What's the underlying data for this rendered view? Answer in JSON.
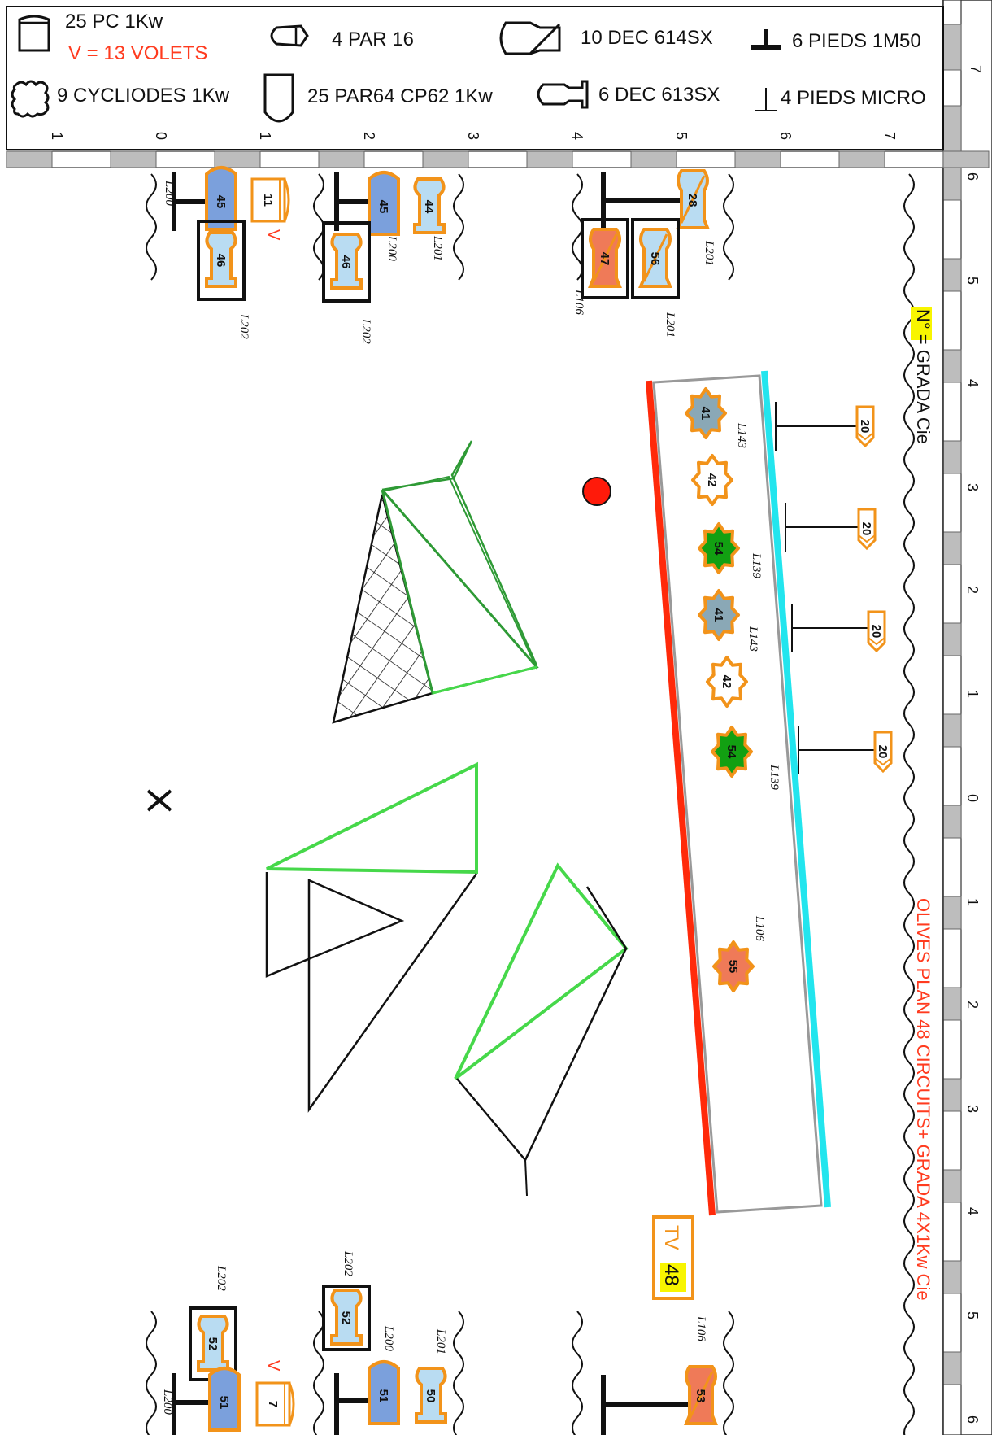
{
  "legend": {
    "pc": "25 PC 1Kw",
    "volets": "V = 13 VOLETS",
    "par16": "4 PAR 16",
    "dec614": "10 DEC 614SX",
    "pieds_1m50": "6 PIEDS 1M50",
    "cycliodes": "9 CYCLIODES 1Kw",
    "par64": "25 PAR64 CP62 1Kw",
    "dec613": "6 DEC 613SX",
    "pieds_micro": "4 PIEDS MICRO"
  },
  "ruler_top": [
    "1",
    "0",
    "1",
    "2",
    "3",
    "4",
    "5",
    "6",
    "7",
    "7"
  ],
  "ruler_right": [
    "6",
    "5",
    "4",
    "3",
    "2",
    "1",
    "0",
    "1",
    "2",
    "3",
    "4",
    "5",
    "6"
  ],
  "title": "OLIVES PLAN  48 CIRCUITS+ GRADA 4X1Kw Cie",
  "note_prefix": "N°",
  "note_suffix": " = GRADA Cie",
  "tv_label": "TV",
  "tv_circuit": "48",
  "volet_mark": "V",
  "colors": {
    "orange": "#f2931a",
    "blue": "#7ba0dc",
    "light_blue": "#b9dcf2",
    "salmon": "#ef7a58",
    "grey_blue": "#8aa8b6",
    "green": "#12a012",
    "red": "#ff3b1f",
    "cyan": "#22e5ee",
    "light_green": "#46d84a",
    "dark_green": "#2e9a35"
  },
  "fixtures": [
    {
      "circuit": "45",
      "lens": "L200",
      "type": "par64",
      "fill": "blue"
    },
    {
      "circuit": "11",
      "lens": "",
      "type": "pc",
      "fill": "white"
    },
    {
      "circuit": "46",
      "lens": "L202",
      "type": "dec613",
      "fill": "light_blue"
    },
    {
      "circuit": "45",
      "lens": "L200",
      "type": "par64",
      "fill": "blue"
    },
    {
      "circuit": "44",
      "lens": "L201",
      "type": "dec613",
      "fill": "light_blue"
    },
    {
      "circuit": "46",
      "lens": "L202",
      "type": "dec613",
      "fill": "light_blue"
    },
    {
      "circuit": "28",
      "lens": "L201",
      "type": "dec614",
      "fill": "light_blue"
    },
    {
      "circuit": "47",
      "lens": "L106",
      "type": "dec614",
      "fill": "salmon"
    },
    {
      "circuit": "56",
      "lens": "L201",
      "type": "dec614",
      "fill": "light_blue"
    },
    {
      "circuit": "20",
      "lens": "",
      "type": "par16",
      "fill": "white"
    },
    {
      "circuit": "20",
      "lens": "",
      "type": "par16",
      "fill": "white"
    },
    {
      "circuit": "20",
      "lens": "",
      "type": "par16",
      "fill": "white"
    },
    {
      "circuit": "20",
      "lens": "",
      "type": "par16",
      "fill": "white"
    },
    {
      "circuit": "41",
      "lens": "L143",
      "type": "cycliode",
      "fill": "grey_blue"
    },
    {
      "circuit": "42",
      "lens": "",
      "type": "cycliode",
      "fill": "white"
    },
    {
      "circuit": "54",
      "lens": "L139",
      "type": "cycliode",
      "fill": "green"
    },
    {
      "circuit": "41",
      "lens": "L143",
      "type": "cycliode",
      "fill": "grey_blue"
    },
    {
      "circuit": "42",
      "lens": "",
      "type": "cycliode",
      "fill": "white"
    },
    {
      "circuit": "54",
      "lens": "L139",
      "type": "cycliode",
      "fill": "green"
    },
    {
      "circuit": "55",
      "lens": "L106",
      "type": "cycliode",
      "fill": "salmon"
    },
    {
      "circuit": "53",
      "lens": "L106",
      "type": "dec614",
      "fill": "salmon"
    },
    {
      "circuit": "52",
      "lens": "L202",
      "type": "dec613",
      "fill": "light_blue"
    },
    {
      "circuit": "51",
      "lens": "L200",
      "type": "par64",
      "fill": "blue"
    },
    {
      "circuit": "50",
      "lens": "L201",
      "type": "dec613",
      "fill": "light_blue"
    },
    {
      "circuit": "52",
      "lens": "L202",
      "type": "dec613",
      "fill": "light_blue"
    },
    {
      "circuit": "51",
      "lens": "L200",
      "type": "par64",
      "fill": "blue"
    },
    {
      "circuit": "7",
      "lens": "",
      "type": "pc",
      "fill": "white"
    }
  ]
}
